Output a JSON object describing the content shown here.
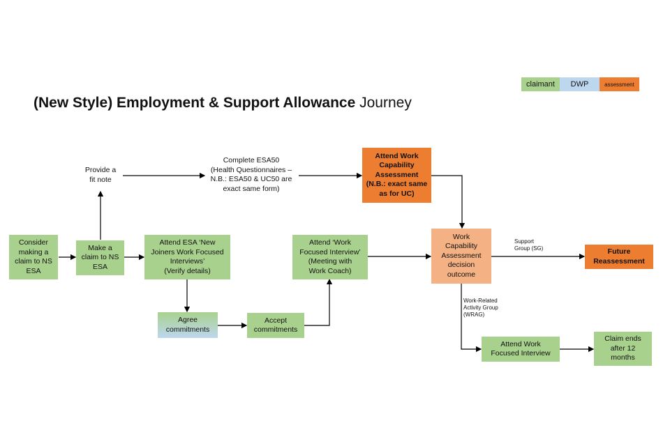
{
  "title": {
    "bold": "(New Style) Employment & Support Allowance",
    "normal": " Journey"
  },
  "legend": {
    "claimant": "claimant",
    "dwp": "DWP",
    "assessment": "assessment"
  },
  "nodes": {
    "consider": "Consider\nmaking a\nclaim to NS\nESA",
    "make_claim": "Make a\nclaim to NS\nESA",
    "fit_note": "Provide a\nfit note",
    "esa50": "Complete ESA50\n(Health Questionnaires –\nN.B.: ESA50 & UC50 are\nexact same form)",
    "attend_wca": "Attend Work\nCapability\nAssessment\n(N.B.: exact same\nas for UC)",
    "attend_esa": "Attend ESA ‘New\nJoiners Work Focused\nInterviews’\n(Verify details)",
    "agree": "Agree\ncommitments",
    "accept": "Accept\ncommitments",
    "wfi_coach": "Attend ‘Work\nFocused Interview’\n(Meeting with\nWork Coach)",
    "wca_outcome": "Work\nCapability\nAssessment\ndecision\noutcome",
    "future": "Future\nReassessment",
    "attend_wfi": "Attend Work\nFocused Interview",
    "claim_ends": "Claim ends\nafter 12\nmonths"
  },
  "edge_labels": {
    "sg": "Support\nGroup (SG)",
    "wrag": "Work-Related\nActivity Group\n(WRAG)"
  }
}
